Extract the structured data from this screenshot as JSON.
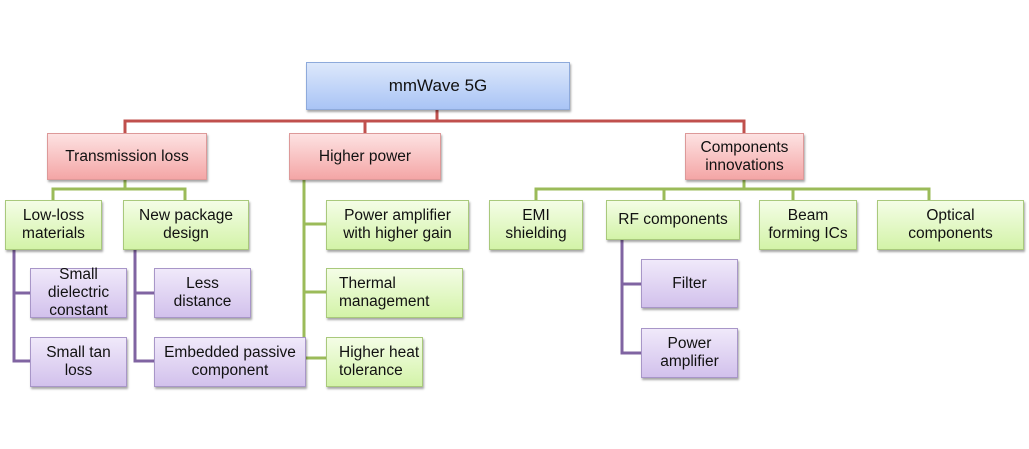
{
  "diagram": {
    "root": "mmWave 5G",
    "categories": [
      {
        "label": "Transmission loss"
      },
      {
        "label": "Higher power"
      },
      {
        "label": "Components\ninnovations"
      }
    ],
    "transmission_loss": {
      "children": [
        {
          "label": "Low-loss\nmaterials",
          "children": [
            "Small\ndielectric\nconstant",
            "Small tan\nloss"
          ]
        },
        {
          "label": "New package\ndesign",
          "children": [
            "Less\ndistance",
            "Embedded passive\ncomponent"
          ]
        }
      ]
    },
    "higher_power": {
      "children": [
        "Power amplifier\nwith higher gain",
        "Thermal\nmanagement",
        "Higher heat\ntolerance"
      ]
    },
    "components_innovations": {
      "children": [
        {
          "label": "EMI\nshielding"
        },
        {
          "label": "RF components",
          "children": [
            "Filter",
            "Power\namplifier"
          ]
        },
        {
          "label": "Beam\nforming ICs"
        },
        {
          "label": "Optical\ncomponents"
        }
      ]
    },
    "colors": {
      "level1_line": "#c0504d",
      "level2_line": "#9bbb59",
      "level3_line": "#8064a2"
    }
  }
}
